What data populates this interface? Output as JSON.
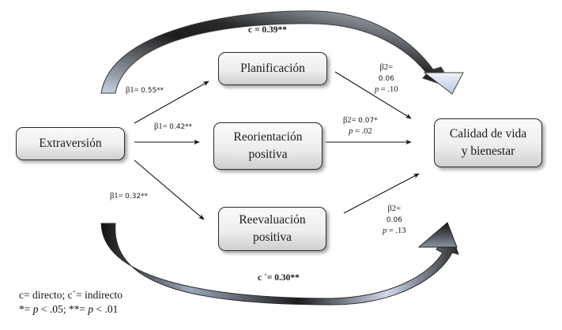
{
  "nodes": {
    "extraversion": "Extraversión",
    "planificacion": "Planificación",
    "reorientacion": [
      "Reorientación",
      "positiva"
    ],
    "reevaluacion": [
      "Reevaluación",
      "positiva"
    ],
    "calidad": [
      "Calidad de vida",
      "y bienestar"
    ]
  },
  "paths": {
    "a1": {
      "beta": "β1=",
      "value": "0.55**"
    },
    "a2": {
      "beta": "β1=",
      "value": "0.42**"
    },
    "a3": {
      "beta": "β1=",
      "value": "0.32**"
    },
    "b1": {
      "beta": "β2=",
      "value": "0.06",
      "p_label": "p",
      "p_value": "= .10"
    },
    "b2": {
      "beta": "β2=",
      "value": "0.07*",
      "p_label": "p",
      "p_value": "= .02"
    },
    "b3": {
      "beta": "β2=",
      "value": "0.06",
      "p_label": "p",
      "p_value": "= .13"
    }
  },
  "effects": {
    "direct": "c = 0.39**",
    "indirect": "c ´= 0.30**"
  },
  "legend": {
    "line1": "c= directo; c´= indirecto",
    "line2_a": "*= ",
    "line2_p1": "p",
    "line2_b": " < .05; **= ",
    "line2_p2": "p",
    "line2_c": " < .01"
  },
  "colors": {
    "arc_dark": "#1a1a1a",
    "arc_light": "#c8d4e8",
    "box_border": "#2a2a2a"
  }
}
